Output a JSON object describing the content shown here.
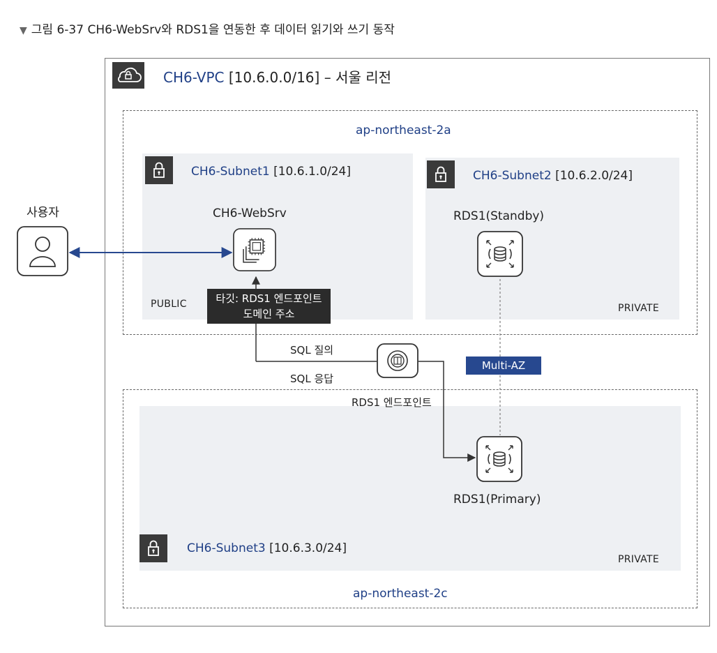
{
  "caption": {
    "mark": "▼",
    "text": "그림 6-37 CH6-WebSrv와 RDS1을 연동한 후 데이터 읽기와 쓰기 동작"
  },
  "vpc": {
    "name": "CH6-VPC",
    "cidr": "[10.6.0.0/16]",
    "region": "– 서울 리전"
  },
  "az_a": {
    "label": "ap-northeast-2a"
  },
  "az_c": {
    "label": "ap-northeast-2c"
  },
  "subnet1": {
    "name": "CH6-Subnet1",
    "cidr": "[10.6.1.0/24]",
    "tag": "PUBLIC"
  },
  "subnet2": {
    "name": "CH6-Subnet2",
    "cidr": "[10.6.2.0/24]",
    "tag": "PRIVATE"
  },
  "subnet3": {
    "name": "CH6-Subnet3",
    "cidr": "[10.6.3.0/24]",
    "tag": "PRIVATE"
  },
  "user": {
    "label": "사용자"
  },
  "websrv": {
    "label": "CH6-WebSrv"
  },
  "rds_standby": {
    "label": "RDS1(Standby)"
  },
  "rds_primary": {
    "label": "RDS1(Primary)"
  },
  "target": {
    "line1": "타깃: RDS1 엔드포인트",
    "line2": "도메인 주소"
  },
  "flow": {
    "query": "SQL 질의",
    "response": "SQL 응답",
    "endpoint": "RDS1 엔드포인트"
  },
  "multiaz": {
    "label": "Multi-AZ"
  },
  "colors": {
    "accent_blue": "#1f3f86",
    "badge_blue": "#27488f",
    "lock_dark": "#3a3a3a",
    "subnet_bg": "#eef0f3"
  }
}
